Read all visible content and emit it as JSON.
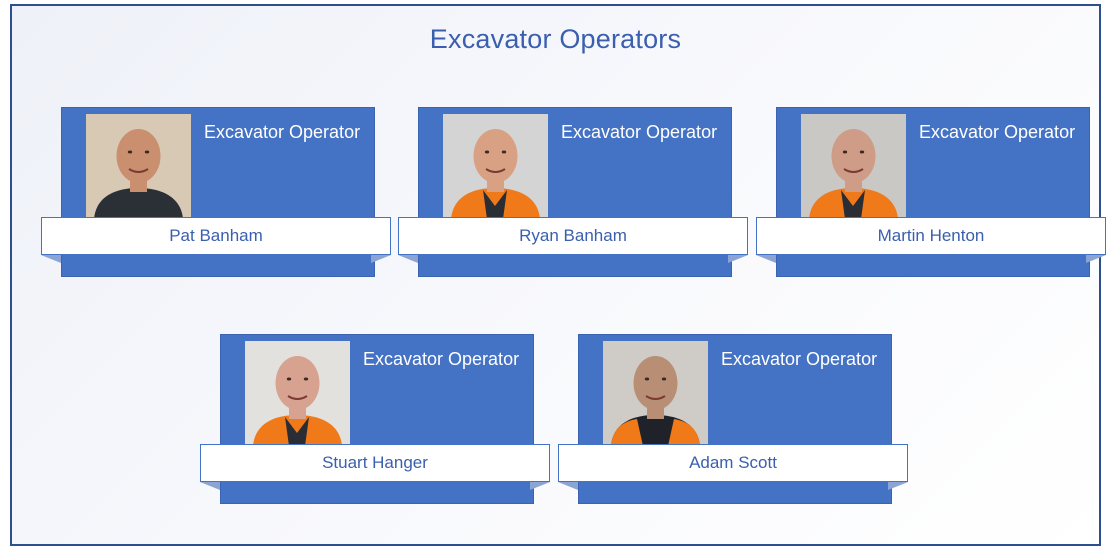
{
  "title": "Excavator Operators",
  "cards": [
    {
      "role": "Excavator Operator",
      "name": "Pat Banham",
      "shirt": "dark",
      "skin": "#c98f6f",
      "bg": "#d8c9b5"
    },
    {
      "role": "Excavator Operator",
      "name": "Ryan Banham",
      "shirt": "hivis",
      "skin": "#d9a184",
      "bg": "#d4d4d4"
    },
    {
      "role": "Excavator Operator",
      "name": "Martin Henton",
      "shirt": "hivis",
      "skin": "#cf9c88",
      "bg": "#c9c8c5"
    },
    {
      "role": "Excavator Operator",
      "name": "Stuart Hanger",
      "shirt": "hivis",
      "skin": "#d7a390",
      "bg": "#e3e1dd"
    },
    {
      "role": "Excavator Operator",
      "name": "Adam Scott",
      "shirt": "hivis-dark",
      "skin": "#b88f74",
      "bg": "#cfccc7"
    }
  ],
  "colors": {
    "panel": "#4472c4",
    "accent": "#3a5fae",
    "hivis": "#f07a1a"
  }
}
